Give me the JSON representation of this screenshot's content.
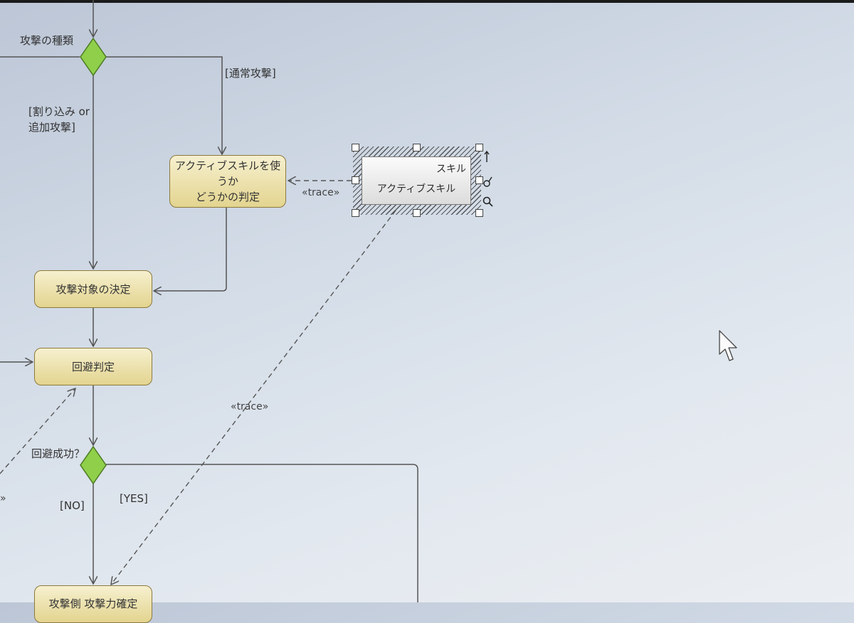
{
  "decisions": {
    "attack_type": "攻撃の種類",
    "evade_success": "回避成功？"
  },
  "guards": {
    "normal_attack": "[通常攻撃]",
    "interrupt_line1": "[割り込み or",
    "interrupt_line2": "追加攻撃]",
    "no": "[NO]",
    "yes": "[YES]"
  },
  "actions": {
    "active_skill_judge_line1": "アクティブスキルを使うか",
    "active_skill_judge_line2": "どうかの判定",
    "decide_target": "攻撃対象の決定",
    "evade_judge": "回避判定",
    "bottom_partial": "攻撃側 攻撃力確定"
  },
  "artifact": {
    "stereotype": "スキル",
    "name": "アクティブスキル"
  },
  "relations": {
    "trace_1": "«trace»",
    "trace_2": "«trace»",
    "trace_left": "»"
  },
  "colors": {
    "action_fill_top": "#f6f0cf",
    "action_fill_bottom": "#e3d48f",
    "action_border": "#8c7a3e",
    "decision_fill": "#8fcf4a",
    "line": "#555555",
    "background": "#d3dce7"
  }
}
